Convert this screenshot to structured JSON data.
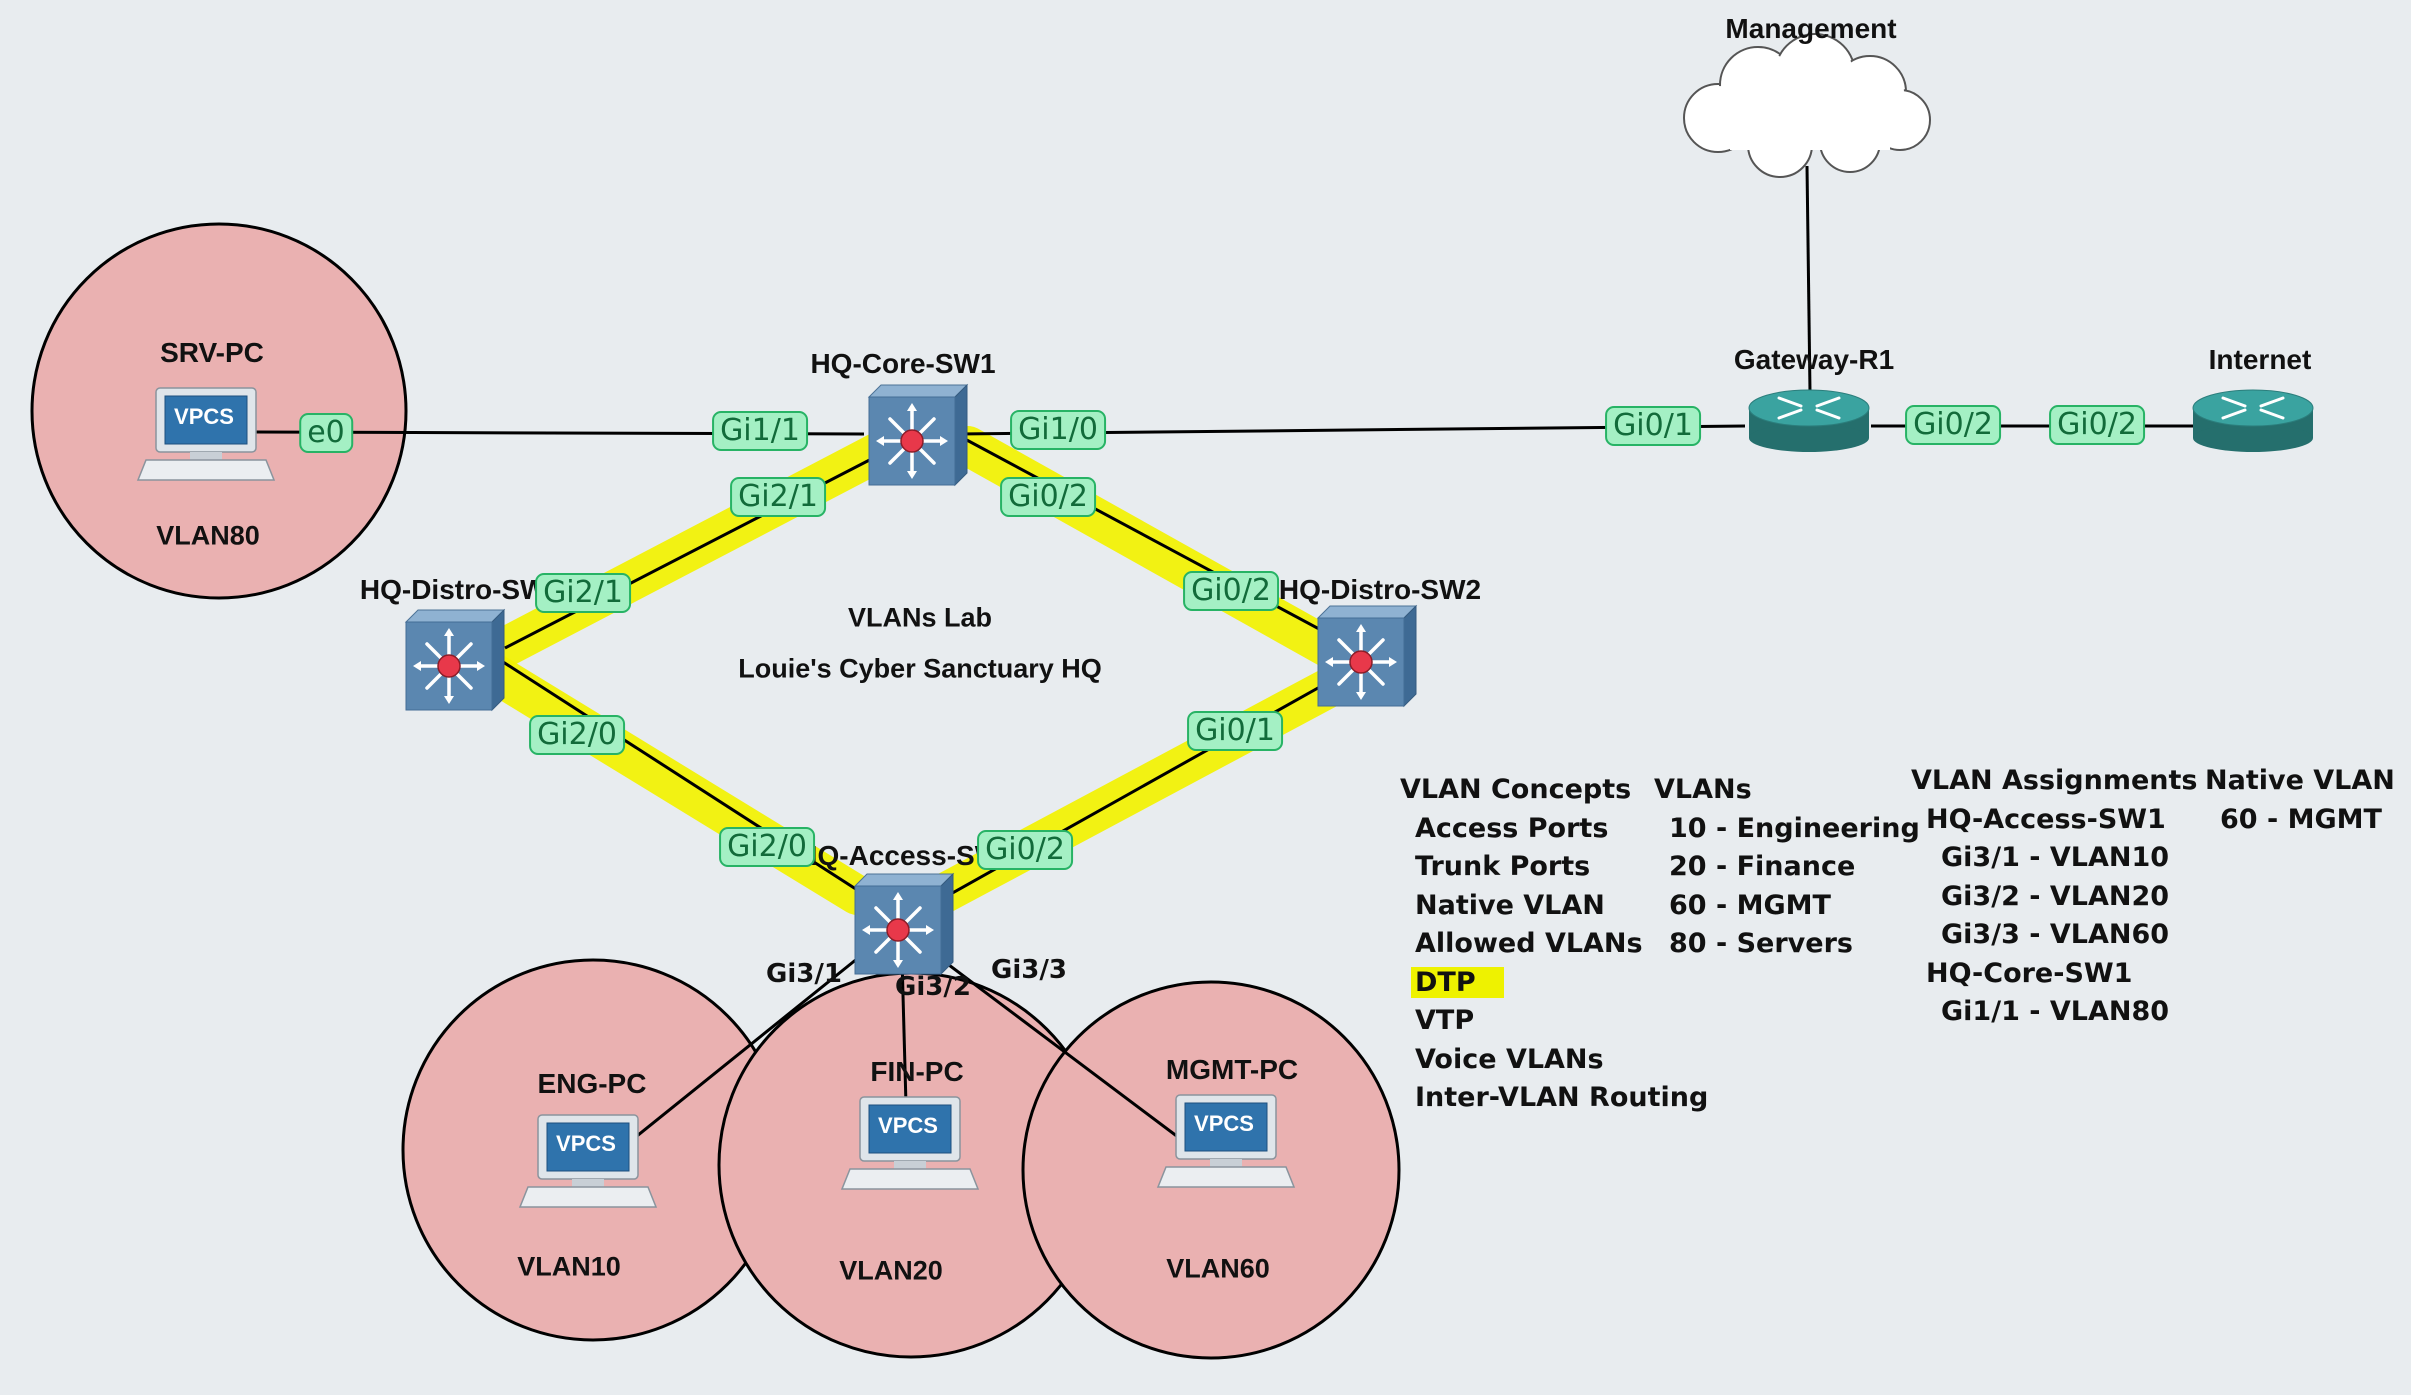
{
  "title": "VLANs Lab",
  "subtitle": "Louie's Cyber Sanctuary HQ",
  "devices": {
    "core": "HQ-Core-SW1",
    "distro1": "HQ-Distro-SW1",
    "distro2": "HQ-Distro-SW2",
    "access": "HQ-Access-SW1",
    "gateway": "Gateway-R1",
    "internet": "Internet",
    "management": "Management",
    "srv_pc": "SRV-PC",
    "eng_pc": "ENG-PC",
    "fin_pc": "FIN-PC",
    "mgmt_pc": "MGMT-PC"
  },
  "vpcs_text": "VPCS",
  "vlan_labels": {
    "srv": "VLAN80",
    "eng": "VLAN10",
    "fin": "VLAN20",
    "mgmt": "VLAN60"
  },
  "ports": {
    "srv_e0": "e0",
    "core_gi1_1": "Gi1/1",
    "core_gi1_0": "Gi1/0",
    "core_gi2_1": "Gi2/1",
    "core_gi0_2": "Gi0/2",
    "r1_gi0_1": "Gi0/1",
    "r1_gi0_2": "Gi0/2",
    "inet_gi0_2": "Gi0/2",
    "d1_gi2_1": "Gi2/1",
    "d1_gi2_0": "Gi2/0",
    "d2_gi0_2": "Gi0/2",
    "d2_gi0_1": "Gi0/1",
    "acc_gi2_0": "Gi2/0",
    "acc_gi0_2": "Gi0/2",
    "acc_gi3_1": "Gi3/1",
    "acc_gi3_2": "Gi3/2",
    "acc_gi3_3": "Gi3/3"
  },
  "notes": {
    "concepts": {
      "heading": "VLAN Concepts",
      "items": [
        "Access Ports",
        "Trunk Ports",
        "Native VLAN",
        "Allowed VLANs",
        "DTP",
        "VTP",
        "Voice VLANs",
        "Inter-VLAN Routing"
      ]
    },
    "vlans": {
      "heading": "VLANs",
      "items": [
        "10 - Engineering",
        "20 - Finance",
        "60 - MGMT",
        "80 - Servers"
      ]
    },
    "assignments": {
      "heading": "VLAN Assignments",
      "access_sw": "HQ-Access-SW1",
      "access_items": [
        "Gi3/1 - VLAN10",
        "Gi3/2 - VLAN20",
        "Gi3/3 - VLAN60"
      ],
      "core_sw": "HQ-Core-SW1",
      "core_items": [
        "Gi1/1 - VLAN80"
      ]
    },
    "native": {
      "heading": "Native VLAN",
      "value": "60 - MGMT"
    }
  },
  "colors": {
    "background": "#e8ecef",
    "vlan_circle": "#eab1b1",
    "highlight": "#f2f200",
    "port_tag_fill": "#a4f0c4",
    "port_tag_text": "#126b3a",
    "switch_body": "#5b87b0",
    "router_body": "#2e8f8d"
  }
}
